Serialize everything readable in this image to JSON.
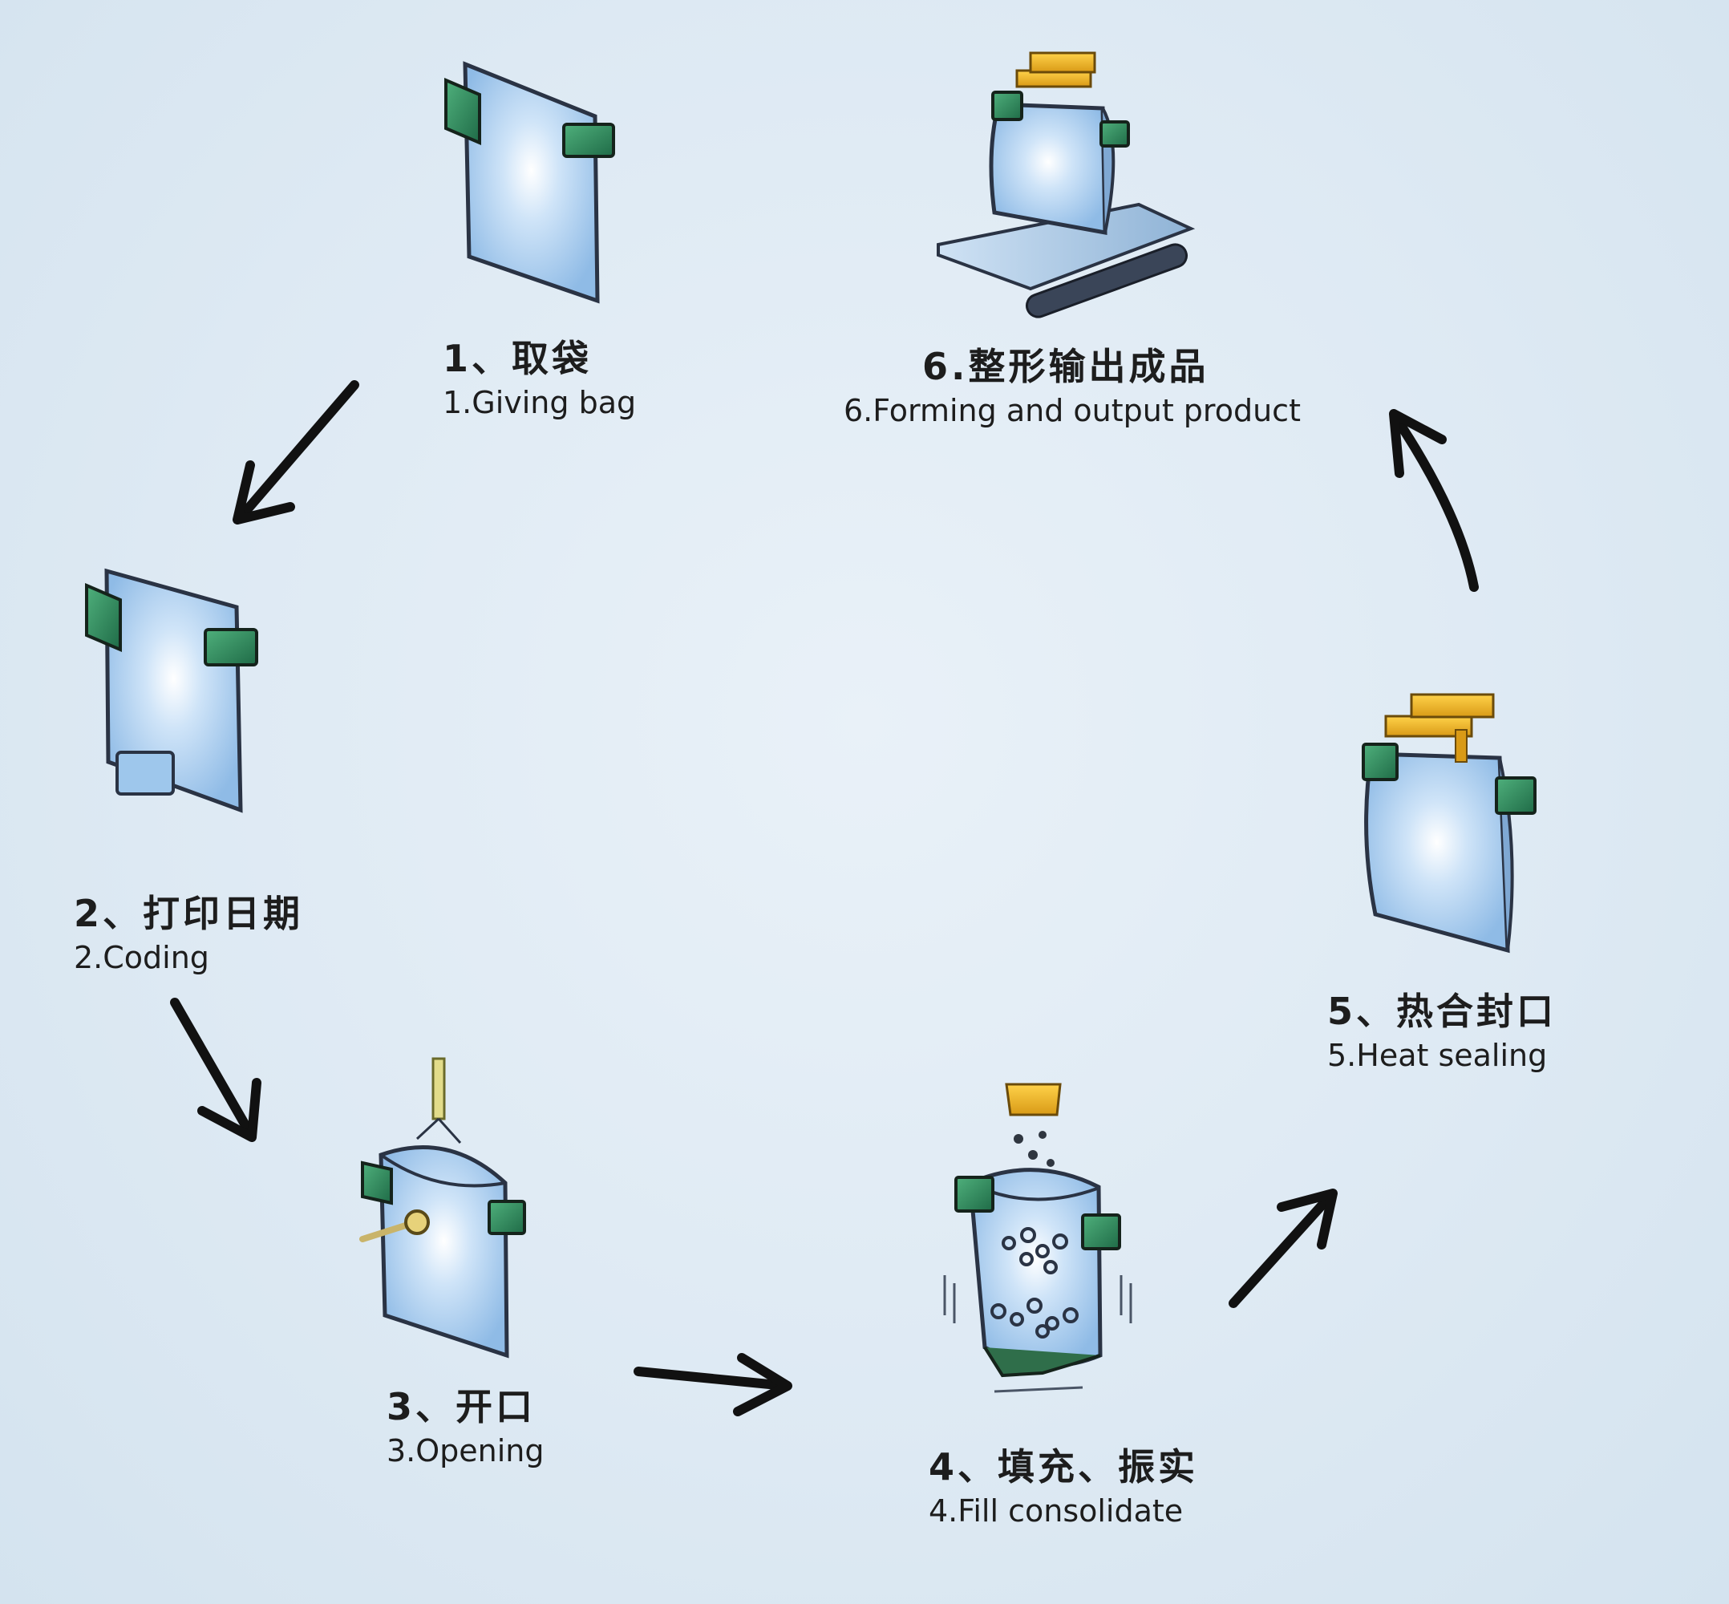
{
  "steps": [
    {
      "cn": "1、取袋",
      "en": "1.Giving bag"
    },
    {
      "cn": "2、打印日期",
      "en": "2.Coding"
    },
    {
      "cn": "3、开口",
      "en": "3.Opening"
    },
    {
      "cn": "4、填充、振实",
      "en": "4.Fill consolidate"
    },
    {
      "cn": "5、热合封口",
      "en": "5.Heat sealing"
    },
    {
      "cn": "6.整形输出成品",
      "en": "6.Forming and output product"
    }
  ],
  "colors": {
    "bag_fill": "#a9cdee",
    "bag_stroke": "#2a3344",
    "clamp": "#2f8a5e",
    "heat_bar": "#e6b52e",
    "arrow": "#111111",
    "background": "#e2ecf5"
  },
  "icons": [
    "bag-icon",
    "clamp-icon",
    "printer-head-icon",
    "suction-cup-icon",
    "hopper-icon",
    "heat-sealer-icon",
    "conveyor-icon"
  ]
}
